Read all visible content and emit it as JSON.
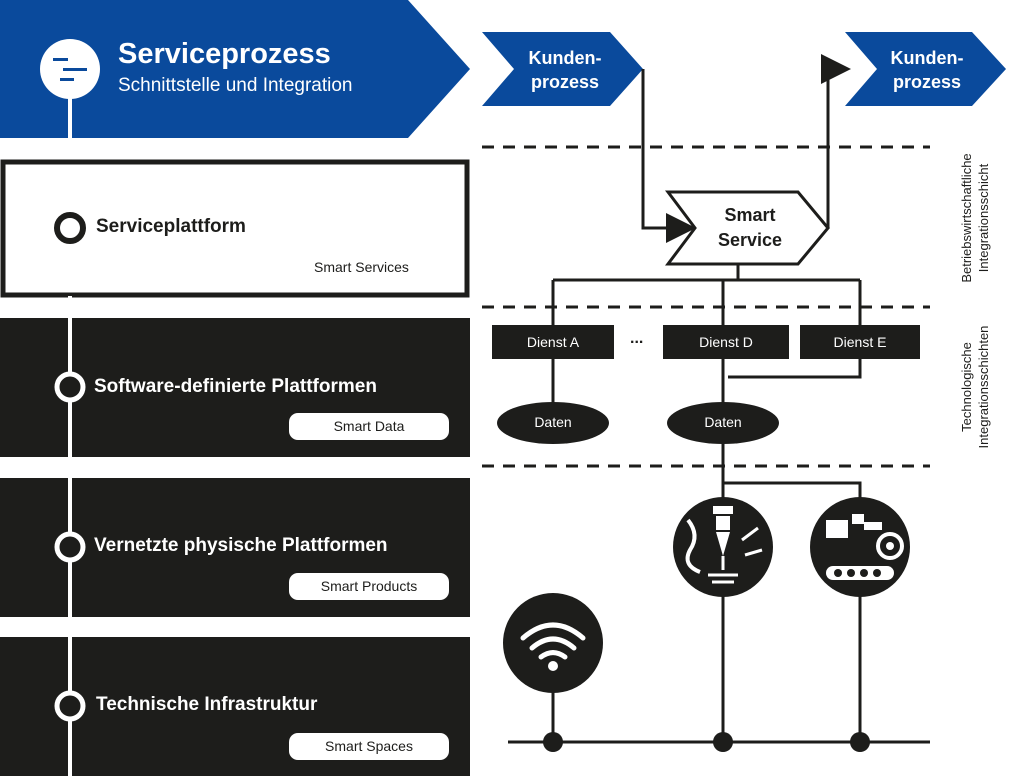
{
  "header": {
    "title": "Serviceprozess",
    "subtitle": "Schnittstelle und Integration"
  },
  "process": {
    "left_label_line1": "Kunden-",
    "left_label_line2": "prozess",
    "right_label_line1": "Kunden-",
    "right_label_line2": "prozess",
    "smart_service_line1": "Smart",
    "smart_service_line2": "Service"
  },
  "layers": [
    {
      "title": "Serviceplattform",
      "tag": "Smart Services"
    },
    {
      "title": "Software-definierte Plattformen",
      "tag": "Smart Data"
    },
    {
      "title": "Vernetzte physische Plattformen",
      "tag": "Smart Products"
    },
    {
      "title": "Technische Infrastruktur",
      "tag": "Smart Spaces"
    }
  ],
  "services": {
    "a": "Dienst A",
    "ellipsis": "...",
    "d": "Dienst D",
    "e": "Dienst E"
  },
  "data_nodes": {
    "left": "Daten",
    "right": "Daten"
  },
  "side_labels": {
    "top_line1": "Betriebswirtschaftliche",
    "top_line2": "Integrationsschicht",
    "bottom_line1": "Technologische",
    "bottom_line2": "Integrationsschichten"
  },
  "colors": {
    "brand_blue": "#0a4a9c",
    "dark": "#1d1d1b",
    "white": "#ffffff"
  },
  "icons": [
    "service-process-icon",
    "milling-machine-icon",
    "factory-robot-icon",
    "wifi-icon"
  ]
}
